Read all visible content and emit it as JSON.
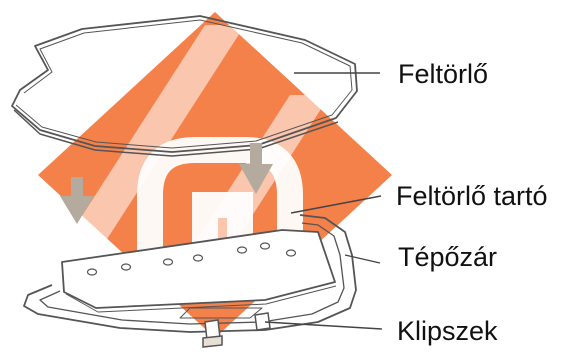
{
  "labels": {
    "mop_pad": "Feltörlő",
    "mop_holder": "Feltörlő tartó",
    "velcro": "Tépőzár",
    "clips": "Klipszek"
  },
  "colors": {
    "line_art": "#555555",
    "leader_line": "#444444",
    "arrow": "#b5aa9e",
    "watermark": "#f26b2a",
    "text": "#111111"
  },
  "watermark": {
    "shape": "diamond",
    "opacity": 0.85
  }
}
